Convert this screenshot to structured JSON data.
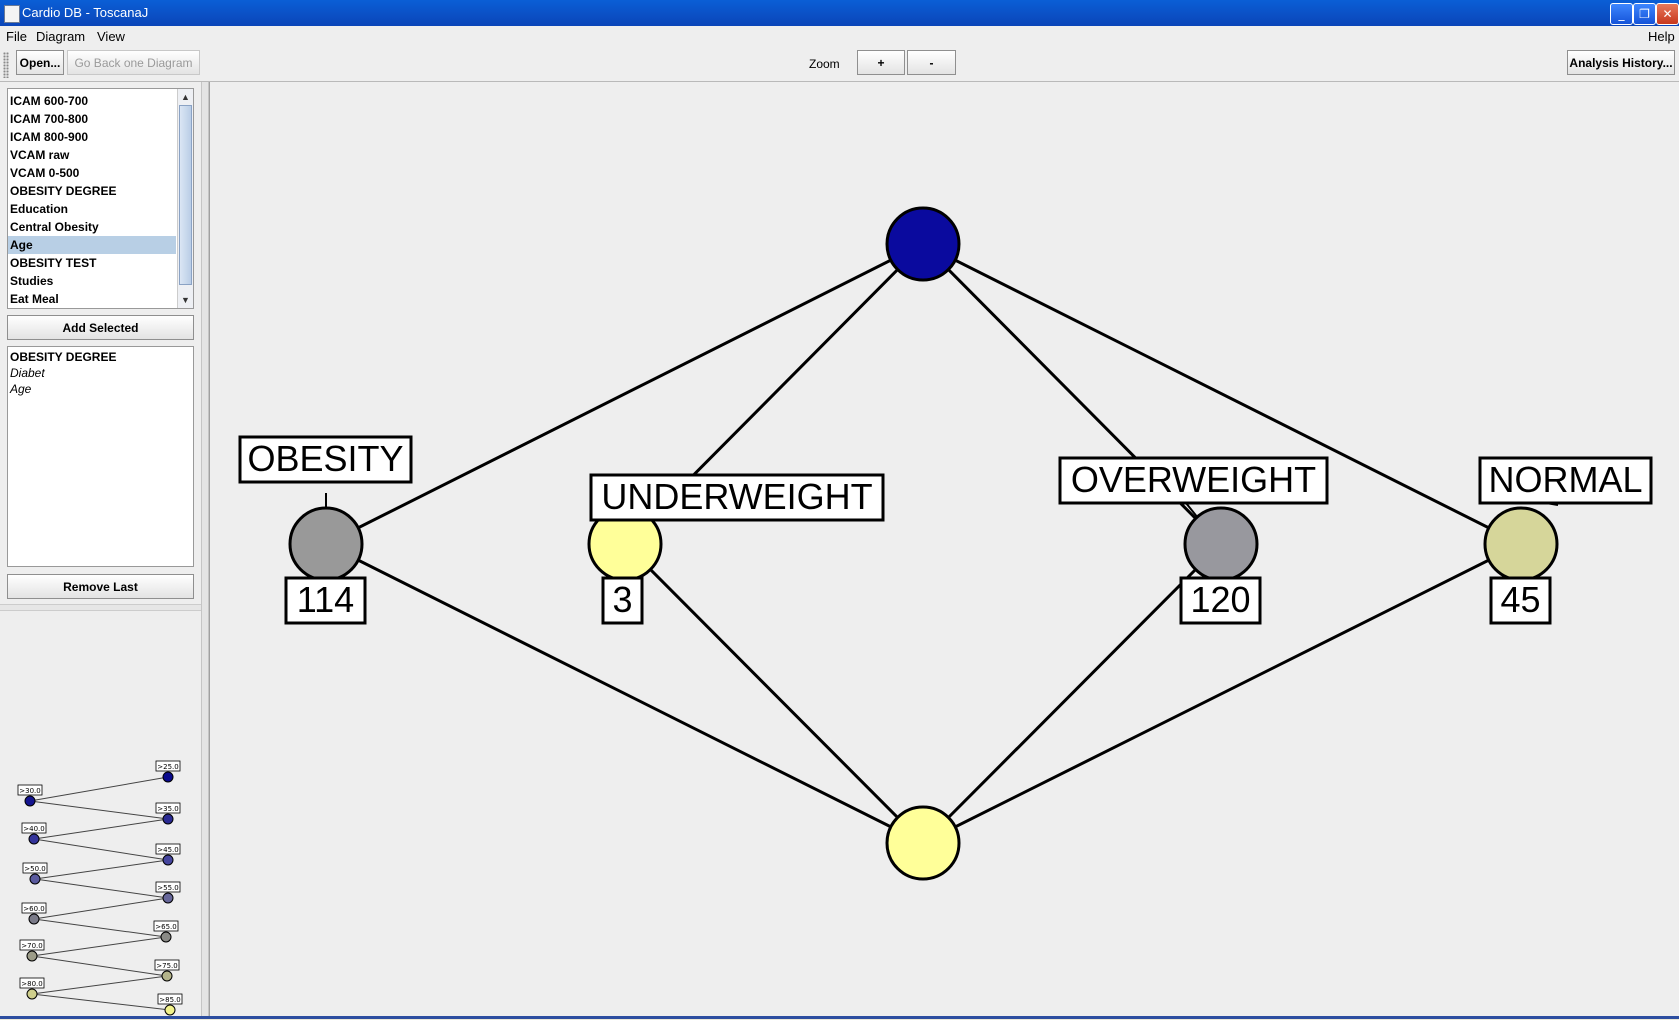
{
  "window": {
    "title": "Cardio DB - ToscanaJ",
    "controls": [
      "_",
      "❐",
      "✕"
    ]
  },
  "menu": {
    "items": [
      "File",
      "Diagram",
      "View"
    ],
    "help": "Help"
  },
  "toolbar": {
    "open_label": "Open...",
    "back_label": "Go Back one Diagram",
    "zoom_label": "Zoom",
    "zoom_in": "+",
    "zoom_out": "-",
    "history_label": "Analysis History..."
  },
  "attribute_list": {
    "items": [
      "ICAM 600-700",
      "ICAM 700-800",
      "ICAM 800-900",
      "VCAM raw",
      "VCAM 0-500",
      "OBESITY DEGREE",
      "Education",
      "Central Obesity",
      "Age",
      "OBESITY TEST",
      "Studies",
      "Eat Meal"
    ],
    "selected": "Age"
  },
  "add_selected_label": "Add Selected",
  "selected_diagrams": [
    {
      "label": "OBESITY DEGREE",
      "style": "bold"
    },
    {
      "label": "Diabet",
      "style": "italic"
    },
    {
      "label": "Age",
      "style": "italic"
    }
  ],
  "remove_last_label": "Remove Last",
  "preview": {
    "nodes": [
      {
        "label": ">25.0",
        "color": "#0a0a8c"
      },
      {
        "label": ">30.0",
        "color": "#14148f"
      },
      {
        "label": ">35.0",
        "color": "#2a2a93"
      },
      {
        "label": ">40.0",
        "color": "#34349a"
      },
      {
        "label": ">45.0",
        "color": "#45459e"
      },
      {
        "label": ">50.0",
        "color": "#5a5a9e"
      },
      {
        "label": ">55.0",
        "color": "#67679a"
      },
      {
        "label": ">60.0",
        "color": "#7a7a88"
      },
      {
        "label": ">65.0",
        "color": "#8a8a86"
      },
      {
        "label": ">70.0",
        "color": "#9c9c88"
      },
      {
        "label": ">75.0",
        "color": "#b4b48a"
      },
      {
        "label": ">80.0",
        "color": "#cfcf8c"
      },
      {
        "label": ">85.0",
        "color": "#f2f28a"
      }
    ]
  },
  "diagram": {
    "top_color": "#0a0a9e",
    "bottom_color": "#ffff99",
    "concepts": [
      {
        "label": "OBESITY",
        "count": "114",
        "color": "#999999"
      },
      {
        "label": "UNDERWEIGHT",
        "count": "3",
        "color": "#ffff99"
      },
      {
        "label": "OVERWEIGHT",
        "count": "120",
        "color": "#98989e"
      },
      {
        "label": "NORMAL",
        "count": "45",
        "color": "#d6d69a"
      }
    ]
  }
}
